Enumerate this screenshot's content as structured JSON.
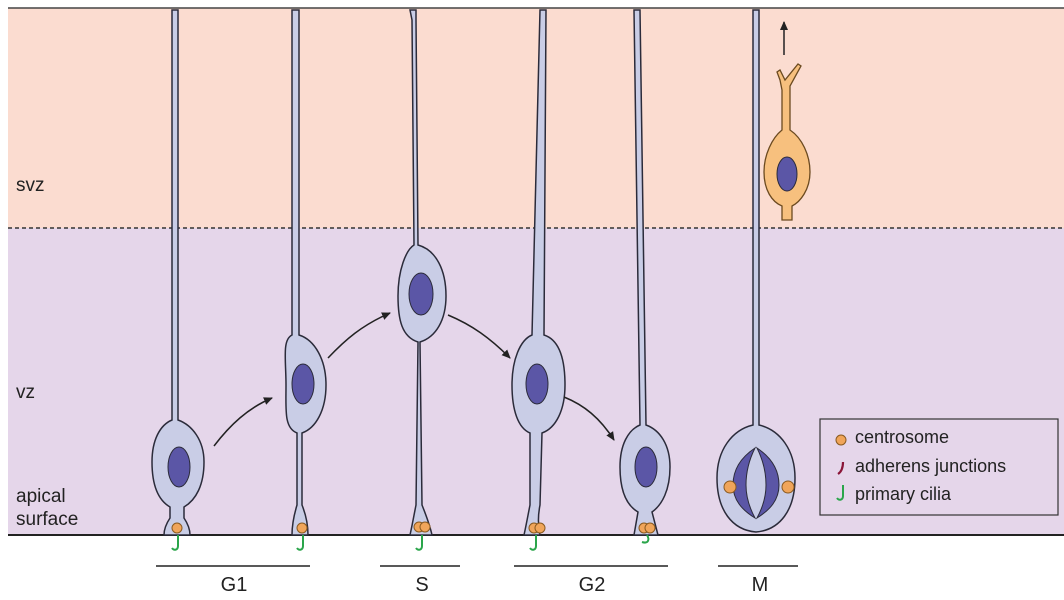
{
  "zones": {
    "svz_label": "svz",
    "vz_label": "vz",
    "apical_label_line1": "apical",
    "apical_label_line2": "surface"
  },
  "phases": [
    "G1",
    "S",
    "G2",
    "M"
  ],
  "legend": {
    "centrosome": "centrosome",
    "adherens": "adherens junctions",
    "cilia": "primary cilia"
  },
  "colors": {
    "svz_bg": "#fbdcd0",
    "vz_bg": "#e5d6ea",
    "cell_fill": "#c9cde6",
    "cell_stroke": "#2b2b3a",
    "nucleus": "#5b56a6",
    "centrosome": "#f0a55a",
    "cilia": "#2aa54a",
    "adherens": "#8a1538",
    "migrating_cell": "#f7c07e"
  }
}
